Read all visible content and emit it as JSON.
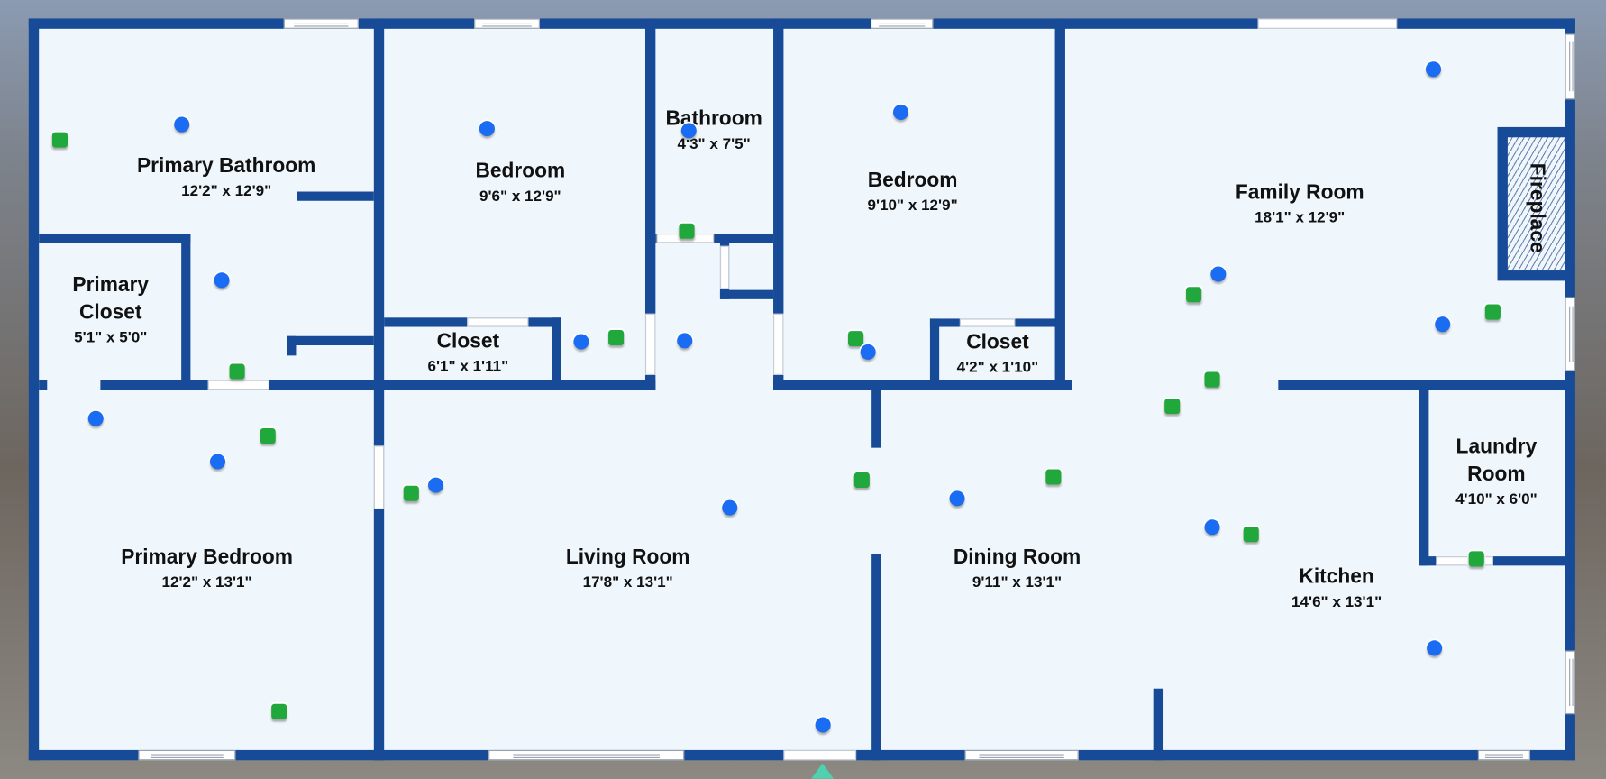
{
  "floorplan": {
    "rooms": [
      {
        "name": "Primary Bathroom",
        "dims": "12'2\" x 12'9\""
      },
      {
        "name": "Bedroom",
        "dims": "9'6\" x 12'9\""
      },
      {
        "name": "Bathroom",
        "dims": "4'3\" x 7'5\""
      },
      {
        "name": "Bedroom",
        "dims": "9'10\" x 12'9\""
      },
      {
        "name": "Family Room",
        "dims": "18'1\" x 12'9\""
      },
      {
        "name": "Primary Closet",
        "dims": "5'1\" x 5'0\""
      },
      {
        "name": "Closet",
        "dims": "6'1\" x 1'11\""
      },
      {
        "name": "Closet",
        "dims": "4'2\" x 1'10\""
      },
      {
        "name": "Laundry Room",
        "dims": "4'10\" x 6'0\""
      },
      {
        "name": "Primary Bedroom",
        "dims": "12'2\" x 13'1\""
      },
      {
        "name": "Living Room",
        "dims": "17'8\" x 13'1\""
      },
      {
        "name": "Dining Room",
        "dims": "9'11\" x 13'1\""
      },
      {
        "name": "Kitchen",
        "dims": "14'6\" x 13'1\""
      }
    ],
    "fireplace_label": "Fireplace",
    "colors": {
      "wall": "#174a97",
      "floor": "#eff7fd",
      "photo_marker": "#1a6cf2",
      "panorama_marker": "#21a83c",
      "entry_marker": "#4fd1b0"
    },
    "marker_icons": {
      "blue": "circle-marker-icon",
      "green": "square-marker-icon",
      "entry": "triangle-entry-icon"
    }
  }
}
